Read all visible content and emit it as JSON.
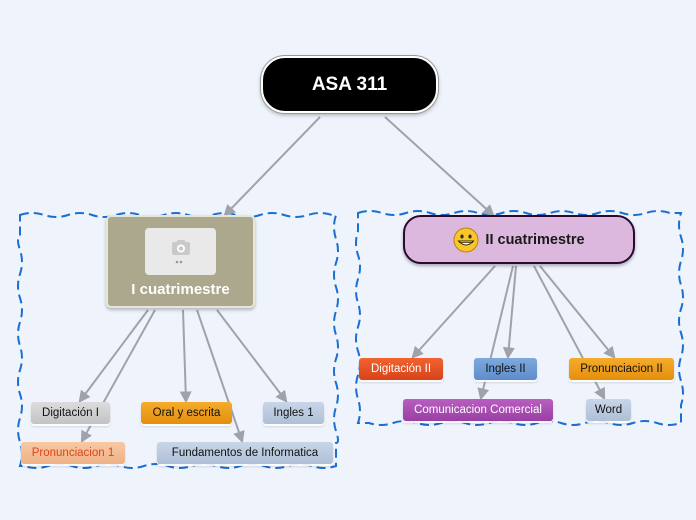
{
  "root": {
    "label": "ASA 311"
  },
  "branch_left": {
    "label": "I cuatrimestre"
  },
  "branch_right": {
    "label": "II cuatrimestre"
  },
  "left_topics": [
    "Digitación I",
    "Oral y escrita",
    "Ingles 1",
    "Pronunciacion 1",
    "Fundamentos de Informatica"
  ],
  "right_topics": [
    "Digitación II",
    "Ingles II",
    "Pronunciacion II",
    "Comunicacion Comercial",
    "Word"
  ],
  "icons": {
    "branch_left": "camera-icon",
    "branch_right": "grinning-face-icon"
  },
  "colors": {
    "background": "#eef3fc",
    "connector": "#9ea3ab",
    "boundary": "#1a6fd0",
    "root": "#000000",
    "branch_left": "#aca88d",
    "branch_right": "#dcb8df",
    "grey": "#c8c8c8",
    "orange": "#ec9a15",
    "light_blue": "#b8c8de",
    "peach": "#f3bd95",
    "red": "#e2502a",
    "blue": "#6f99d4",
    "purple": "#a84db3"
  }
}
